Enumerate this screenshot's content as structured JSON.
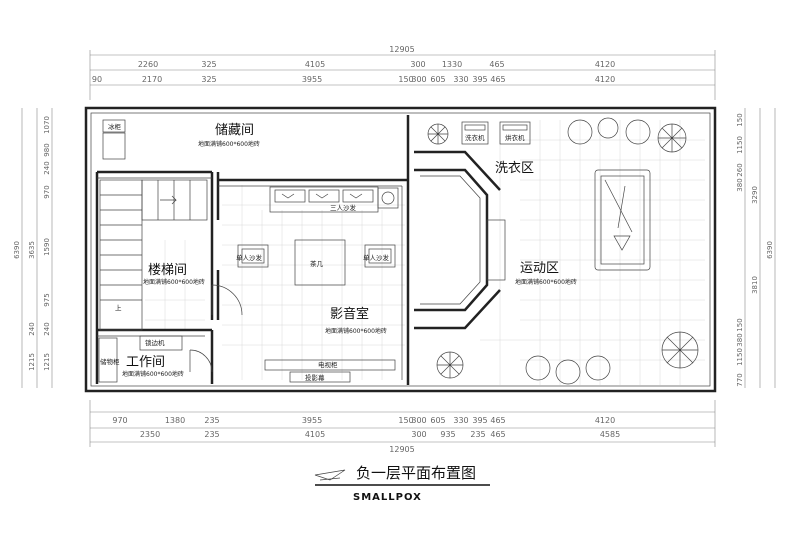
{
  "dimensions": {
    "top_total": "12905",
    "top_row2": [
      "2260",
      "325",
      "4105",
      "300",
      "1330",
      "465",
      "4120"
    ],
    "top_row3": [
      "90",
      "2170",
      "325",
      "3955",
      "150",
      "300",
      "605",
      "330",
      "395",
      "465",
      "4120"
    ],
    "bottom_row1": [
      "970",
      "1380",
      "235",
      "3955",
      "150",
      "300",
      "605",
      "330",
      "395",
      "465",
      "4120"
    ],
    "bottom_row2": [
      "2350",
      "235",
      "4105",
      "300",
      "935",
      "235",
      "465",
      "4585"
    ],
    "bottom_total": "12905",
    "left_outer": "6390",
    "left_mid": [
      "3635",
      "240",
      "1215"
    ],
    "left_inner": [
      "1070",
      "980",
      "240",
      "970",
      "1590",
      "975",
      "240",
      "1215"
    ],
    "right_outer": "6390",
    "right_mid": [
      "3290",
      "3810"
    ],
    "right_inner": [
      "150",
      "1150",
      "260",
      "380",
      "150",
      "380",
      "1150",
      "770"
    ]
  },
  "rooms": {
    "storage": "储藏间",
    "storage_note": "地面满铺600*600地砖",
    "stair": "楼梯间",
    "stair_note": "地面满铺600*600地砖",
    "work": "工作间",
    "work_note": "地面满铺600*600地砖",
    "theater": "影音室",
    "theater_note": "地面满铺600*600地砖",
    "laundry": "洗衣区",
    "sport": "运动区",
    "sport_note": "地面满铺600*600地砖"
  },
  "furniture": {
    "fridge": "冰柜",
    "sofa3": "三人沙发",
    "sofa1_left": "单人沙发",
    "sofa1_right": "单人沙发",
    "tea_table": "茶几",
    "tv_cabinet": "电视柜",
    "projector": "投影幕",
    "locker": "锁边机",
    "cabinet": "储物柜",
    "washer": "洗衣机",
    "dryer": "烘衣机",
    "stair_up": "上"
  },
  "title": "负一层平面布置图",
  "brand": "SMALLPOX"
}
